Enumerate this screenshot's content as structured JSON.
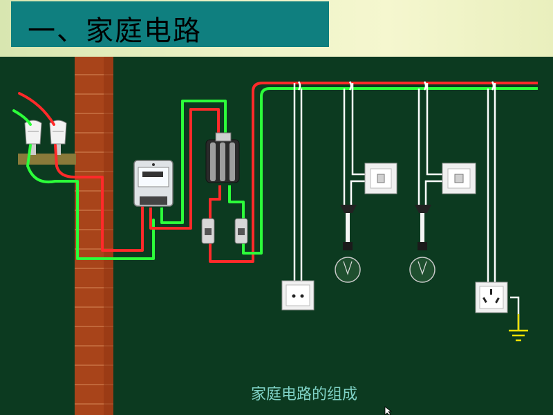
{
  "slide": {
    "title": "一、家庭电路",
    "caption": "家庭电路的组成"
  },
  "colors": {
    "live_wire": "#ff2a2a",
    "neutral_wire": "#2cff3a",
    "branch_wire": "#ffffff",
    "title_bg": "#0f7f7f",
    "board_bg": "#0c3a20",
    "brick": "#a8441a",
    "ground": "#f2e100"
  },
  "components": [
    "service-wires",
    "porcelain-insulators",
    "electric-meter",
    "main-switch",
    "fuses",
    "wall-socket",
    "light-switch",
    "lamp",
    "three-pin-socket",
    "ground-symbol"
  ]
}
